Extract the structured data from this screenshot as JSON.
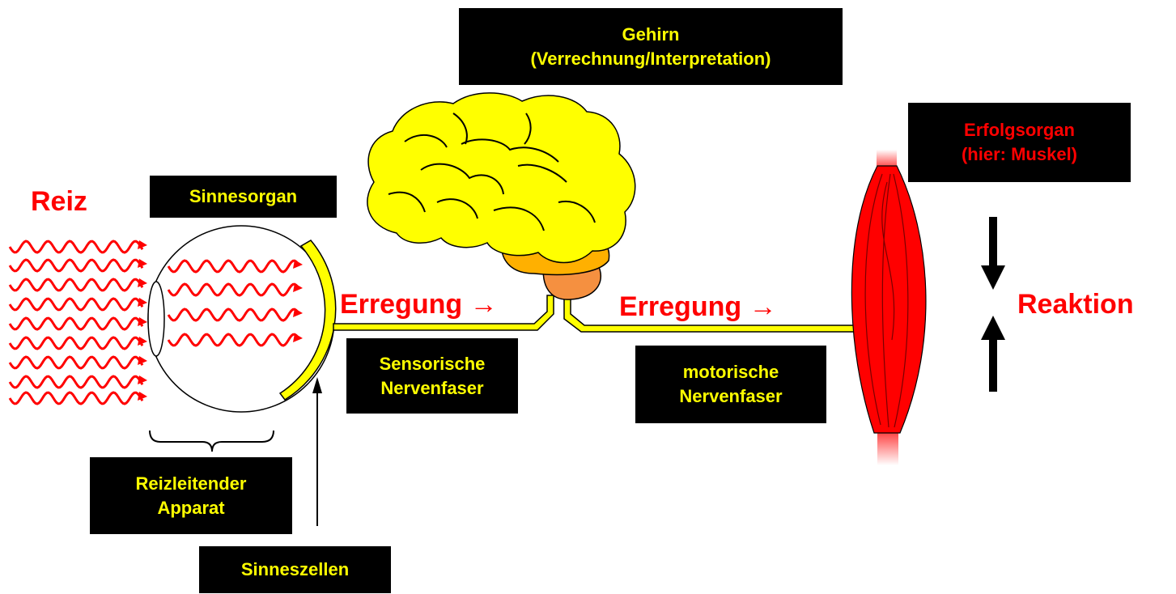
{
  "labels": {
    "reiz": "Reiz",
    "reaktion": "Reaktion",
    "erregung_left": "Erregung →",
    "erregung_right": "Erregung →"
  },
  "boxes": {
    "gehirn": {
      "line1": "Gehirn",
      "line2": "(Verrechnung/Interpretation)"
    },
    "sinnesorgan": {
      "line1": "Sinnesorgan"
    },
    "erfolgsorgan": {
      "line1": "Erfolgsorgan",
      "line2": "(hier: Muskel)"
    },
    "sensorische": {
      "line1": "Sensorische",
      "line2": "Nervenfaser"
    },
    "motorische": {
      "line1": "motorische",
      "line2": "Nervenfaser"
    },
    "reizleitender": {
      "line1": "Reizleitender",
      "line2": "Apparat"
    },
    "sinneszellen": {
      "line1": "Sinneszellen"
    }
  },
  "colors": {
    "stimulus_waves": "#ff0000",
    "nerve_fiber": "#ffff00",
    "brain_cerebrum": "#ffff00",
    "brain_stem_upper": "#ffb000",
    "brain_stem_lower": "#f59040",
    "muscle": "#ff0000",
    "box_background": "#000000",
    "box_text": "#ffff00",
    "accent_text": "#ff0000"
  }
}
